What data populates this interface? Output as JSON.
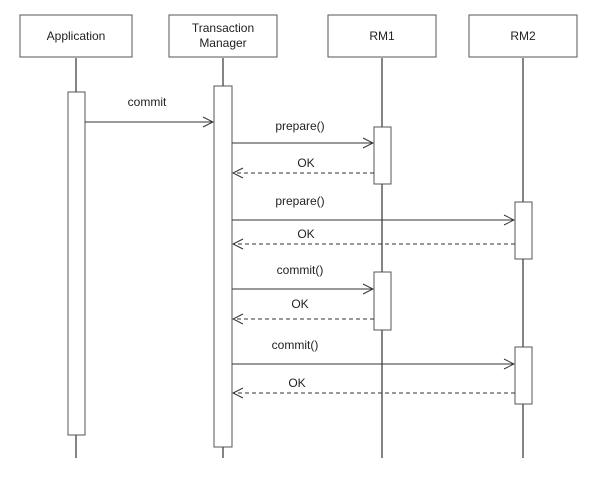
{
  "participants": [
    {
      "id": "app",
      "lines": [
        "Application"
      ]
    },
    {
      "id": "tm",
      "lines": [
        "Transaction",
        "Manager"
      ]
    },
    {
      "id": "rm1",
      "lines": [
        "RM1"
      ]
    },
    {
      "id": "rm2",
      "lines": [
        "RM2"
      ]
    }
  ],
  "messages": [
    {
      "from": "app",
      "to": "tm",
      "label": "commit",
      "style": "solid"
    },
    {
      "from": "tm",
      "to": "rm1",
      "label": "prepare()",
      "style": "solid"
    },
    {
      "from": "rm1",
      "to": "tm",
      "label": "OK",
      "style": "dashed"
    },
    {
      "from": "tm",
      "to": "rm2",
      "label": "prepare()",
      "style": "solid"
    },
    {
      "from": "rm2",
      "to": "tm",
      "label": "OK",
      "style": "dashed"
    },
    {
      "from": "tm",
      "to": "rm1",
      "label": "commit()",
      "style": "solid"
    },
    {
      "from": "rm1",
      "to": "tm",
      "label": "OK",
      "style": "dashed"
    },
    {
      "from": "tm",
      "to": "rm2",
      "label": "commit()",
      "style": "solid"
    },
    {
      "from": "rm2",
      "to": "tm",
      "label": "OK",
      "style": "dashed"
    }
  ]
}
